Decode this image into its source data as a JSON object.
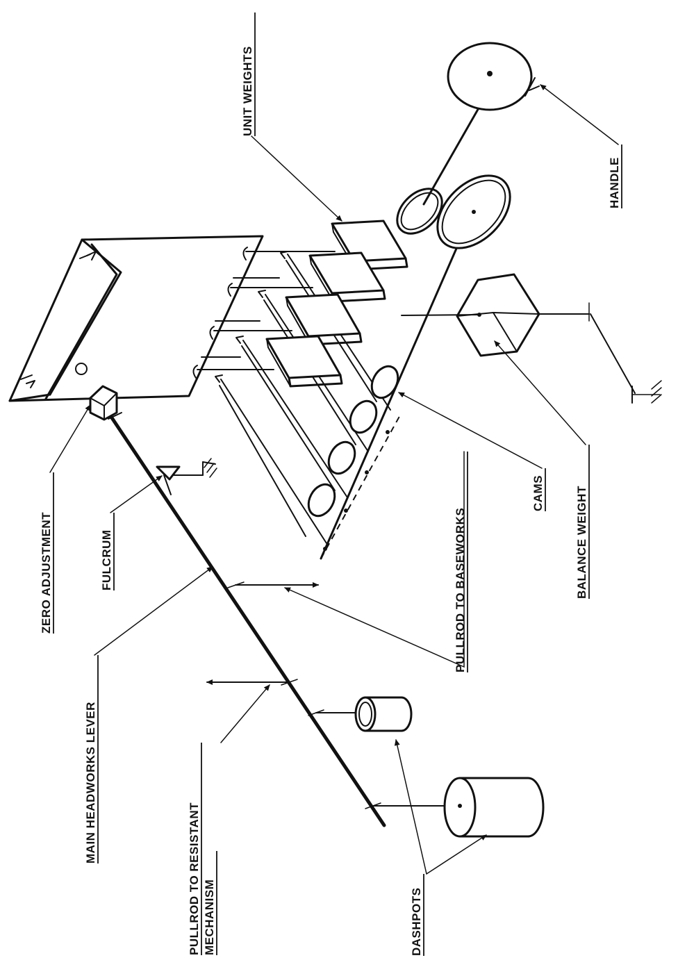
{
  "labels": {
    "zero_adjustment": "ZERO ADJUSTMENT",
    "fulcrum": "FULCRUM",
    "main_headworks_lever": "MAIN HEADWORKS LEVER",
    "pullrod_resistant_line1": "PULLROD TO RESISTANT",
    "pullrod_resistant_line2": "MECHANISM",
    "dashpots": "DASHPOTS",
    "pullrod_baseworks": "PULLROD TO BASEWORKS",
    "cams": "CAMS",
    "balance_weight": "BALANCE WEIGHT",
    "unit_weights": "UNIT WEIGHTS",
    "handle": "HANDLE"
  }
}
